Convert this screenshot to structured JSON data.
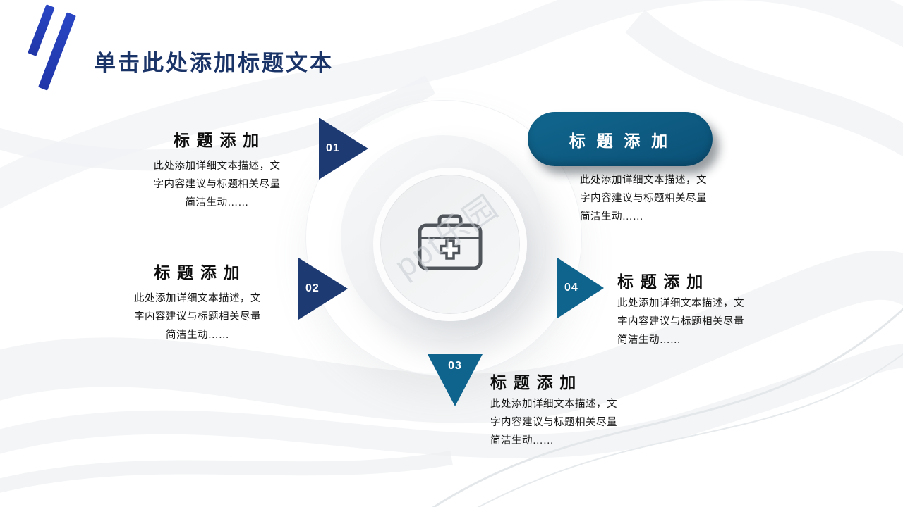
{
  "title": "单击此处添加标题文本",
  "watermark": "ppt乐园",
  "colors": {
    "navy_triangle": "#1e3a73",
    "teal_triangle": "#0f648e",
    "pill_fill": "#0e5f88",
    "title_text": "#1b3468",
    "slash_accent": "#2440bc"
  },
  "center": {
    "icon": "briefcase-medical-icon"
  },
  "items": [
    {
      "number": "01",
      "heading": "标 题 添 加",
      "body": "此处添加详细文本描述，文\n字内容建议与标题相关尽量\n简洁生动……"
    },
    {
      "number": "02",
      "heading": "标 题 添 加",
      "body": "此处添加详细文本描述，文\n字内容建议与标题相关尽量\n简洁生动……"
    },
    {
      "number": "03",
      "heading": "标 题 添 加",
      "body": "此处添加详细文本描述，文\n字内容建议与标题相关尽量\n简洁生动……"
    },
    {
      "number": "04",
      "heading": "标 题 添 加",
      "body": "此处添加详细文本描述，文\n字内容建议与标题相关尽量\n简洁生动……"
    }
  ],
  "pill": {
    "heading": "标 题 添 加",
    "body": "此处添加详细文本描述，文\n字内容建议与标题相关尽量\n简洁生动……"
  }
}
